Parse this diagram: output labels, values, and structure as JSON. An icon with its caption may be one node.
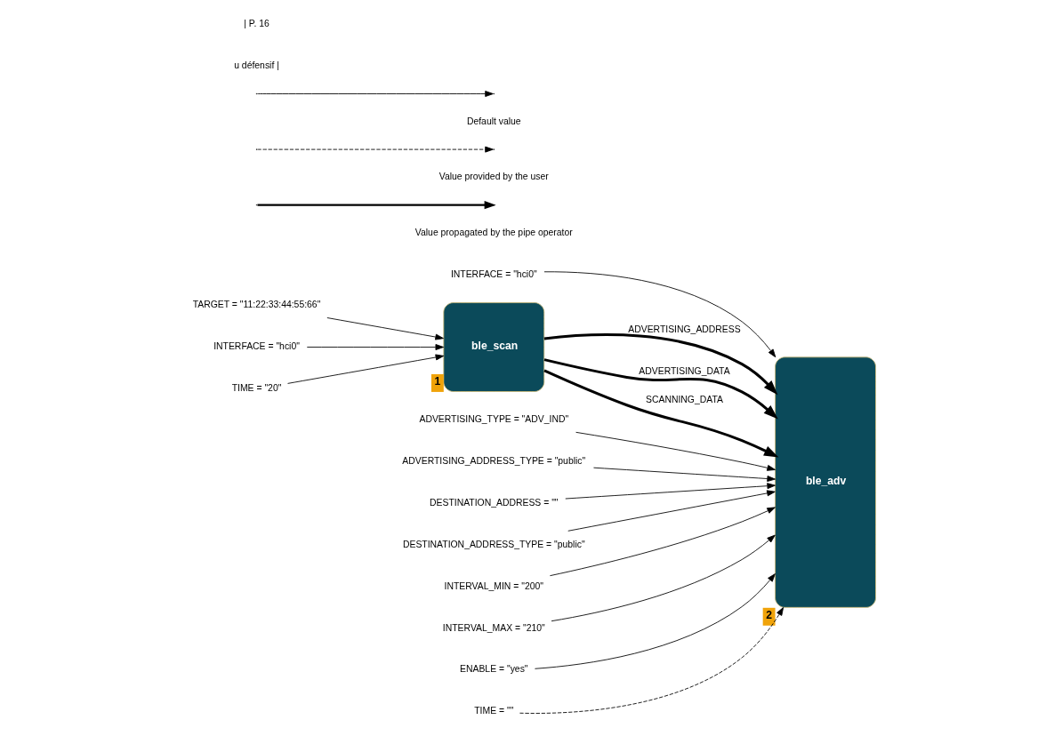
{
  "diagram": {
    "nodes": [
      {
        "text": [
          "INTERFACE = \"hci0\""
        ]
      },
      {
        "text": [
          "ble_scan"
        ],
        "beside": [
          "1"
        ]
      },
      {
        "text": [
          "ble_adv"
        ],
        "beside": [
          "2"
        ]
      },
      {
        "text": [
          "TARGET = \"11:22:33:44:55:66\""
        ]
      },
      {
        "text": [
          "INTERFACE = \"hci0\""
        ]
      },
      {
        "text": [
          "TIME = \"20\""
        ]
      },
      {
        "text": [
          "ADVERTISING_TYPE = \"ADV_IND\""
        ]
      },
      {
        "text": [
          "ADVERTISING_ADDRESS_TYPE = \"public\""
        ]
      },
      {
        "text": [
          "DESTINATION_ADDRESS = \"\""
        ]
      },
      {
        "text": [
          "DESTINATION_ADDRESS_TYPE = \"public\""
        ]
      },
      {
        "text": [
          "INTERVAL_MIN = \"200\""
        ]
      },
      {
        "text": [
          "INTERVAL_MAX = \"210\""
        ]
      },
      {
        "text": [
          "ENABLE = \"yes\""
        ]
      },
      {
        "text": [
          "TIME = \"\""
        ]
      }
    ],
    "edges": [
      {
        "from": 3,
        "to": 1,
        "arrow": "to"
      },
      {
        "from": 4,
        "to": 1,
        "arrow": "to"
      },
      {
        "from": 5,
        "to": 1,
        "arrow": "to"
      },
      {
        "from": 0,
        "to": 2,
        "arrow": "to"
      },
      {
        "from": 1,
        "to": 2,
        "arrow": "to",
        "label": "ADVERTISING_ADDRESS",
        "style": "thick"
      },
      {
        "from": 1,
        "to": 2,
        "arrow": "to",
        "label": "ADVERTISING_DATA",
        "style": "thick"
      },
      {
        "from": 1,
        "to": 2,
        "arrow": "to",
        "label": "SCANNING_DATA",
        "style": "thick"
      },
      {
        "from": 6,
        "to": 2,
        "arrow": "to"
      },
      {
        "from": 7,
        "to": 2,
        "arrow": "to"
      },
      {
        "from": 8,
        "to": 2,
        "arrow": "to"
      },
      {
        "from": 9,
        "to": 2,
        "arrow": "to"
      },
      {
        "from": 10,
        "to": 2,
        "arrow": "to"
      },
      {
        "from": 11,
        "to": 2,
        "arrow": "to"
      },
      {
        "from": 12,
        "to": 2,
        "arrow": "to"
      },
      {
        "from": 13,
        "to": 2,
        "arrow": "to",
        "style": "dashed"
      }
    ],
    "labels": [
      "u défensif |",
      "| P. 16"
    ],
    "legend": [
      {
        "text": "Default value"
      },
      {
        "text": "Value provided by the user"
      },
      {
        "text": "Value propagated by the pipe operator"
      }
    ]
  }
}
